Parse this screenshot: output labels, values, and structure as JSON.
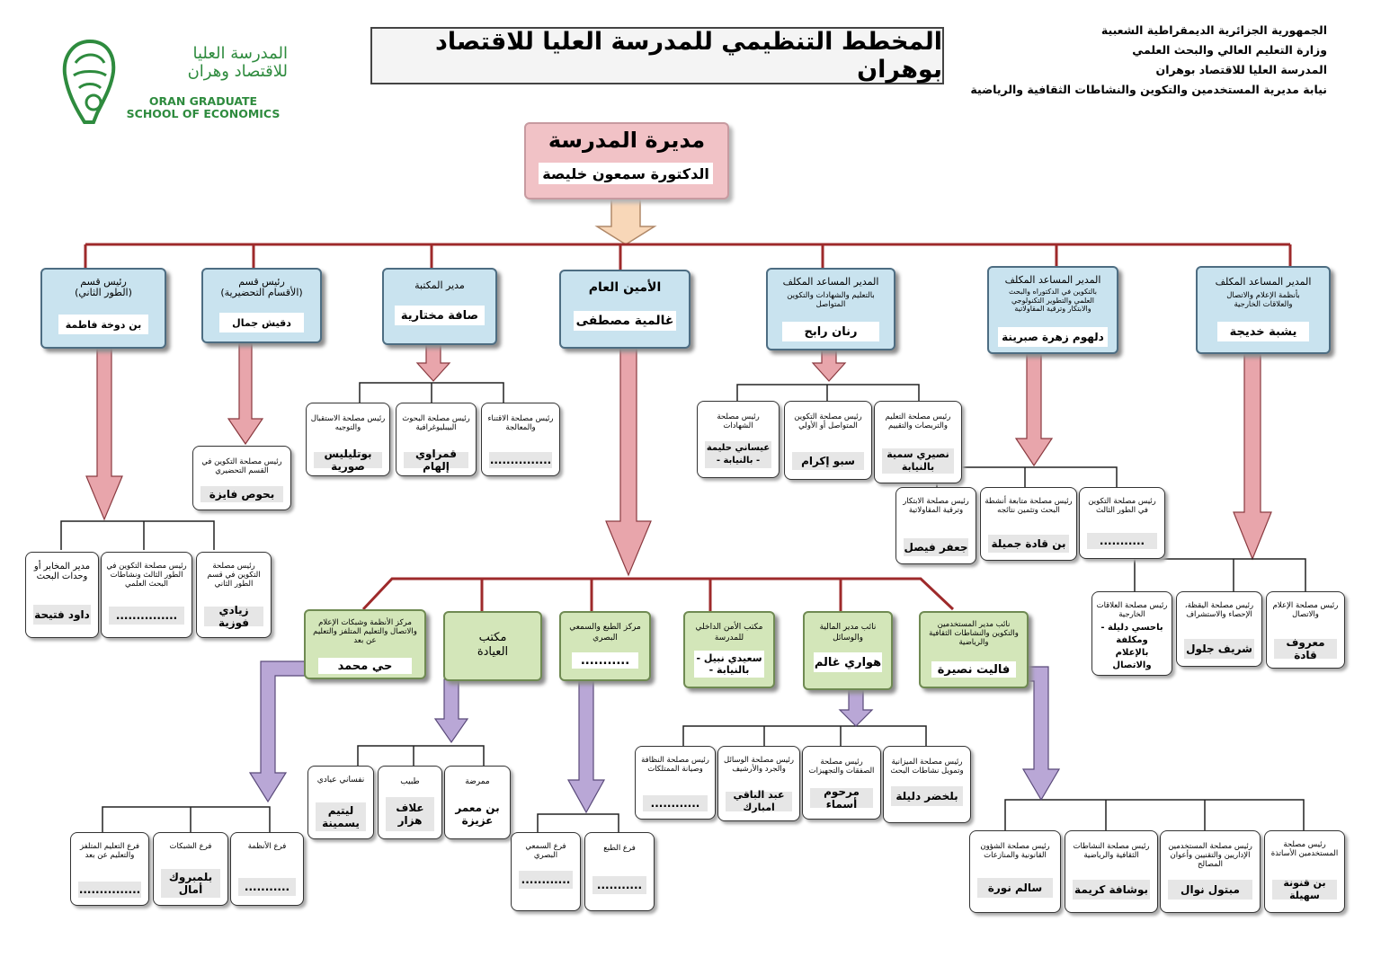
{
  "header": {
    "lines": [
      "الجمهورية الجزائرية الديمقراطية الشعبية",
      "وزارة التعليم العالي والبحث العلمي",
      "المدرسة العليا للاقتصاد بوهران",
      "نيابة مديرية المستخدمين والتكوين والنشاطات الثقافية والرياضية"
    ],
    "title": "المخطط التنظيمي للمدرسة العليا للاقتصاد بوهران"
  },
  "logo": {
    "ar1": "المدرسة العليا",
    "ar2": "للاقتصاد وهران",
    "en1": "ORAN GRADUATE",
    "en2": "SCHOOL OF ECONOMICS"
  },
  "director": {
    "title": "مديرة المدرسة",
    "name": "الدكتورة سمعون خليصة"
  },
  "top": {
    "a1": {
      "title": "رئيس قسم",
      "sub": "(الطور الثاني)",
      "name": "بن دوخة فاطمة"
    },
    "a2": {
      "title": "رئيس قسم",
      "sub": "(الأقسام التحضيرية)",
      "name": "دقيش جمال"
    },
    "a3": {
      "title": "مدير المكتبة",
      "name": "صافة مختارية"
    },
    "a4": {
      "title": "الأمين العام",
      "name": "غالمية مصطفى"
    },
    "a5": {
      "title": "المدير المساعد المكلف",
      "sub": "بالتعليم والشهادات والتكوين المتواصل",
      "name": "رنان رابح"
    },
    "a6": {
      "title": "المدير المساعد المكلف",
      "sub": "بالتكوين في الدكتوراه والبحث العلمي والتطوير التكنولوجي والابتكار وترقية المقاولاتية",
      "name": "دلهوم زهرة صبرينة"
    },
    "a7": {
      "title": "المدير المساعد المكلف",
      "sub": "بأنظمة الإعلام والاتصال والعلاقات الخارجية",
      "name": "يشبة خديجة"
    }
  },
  "a2c": {
    "label": "رئيس مصلحة التكوين في القسم التحضيري",
    "name": "بحوص فايزة"
  },
  "a1c": [
    {
      "label": "مدير المخابر أو وحدات البحث",
      "name": "داود فتيحة"
    },
    {
      "label": "رئيس مصلحة التكوين في الطور الثالث ونشاطات البحث العلمي",
      "name": "..............."
    },
    {
      "label": "رئيس مصلحة التكوين في قسم الطور الثاني",
      "name": "زيادي فوزية"
    }
  ],
  "a3c": [
    {
      "label": "رئيس مصلحة الاستقبال والتوجيه",
      "name": "بوتليليس صورية"
    },
    {
      "label": "رئيس مصلحة البحوث البيبليوغرافية",
      "name": "قمراوي إلهام"
    },
    {
      "label": "رئيس مصلحة الاقتناء والمعالجة",
      "name": "..............."
    }
  ],
  "a5c": [
    {
      "label": "رئيس مصلحة الشهادات",
      "name": "عيساني حليمة - بالنيابة -"
    },
    {
      "label": "رئيس مصلحة التكوين المتواصل أو الأولي",
      "name": "سبو إكرام"
    },
    {
      "label": "رئيس مصلحة التعليم والتربصات والتقييم",
      "name": "نصيري سمية بالنيابة"
    }
  ],
  "a6c": [
    {
      "label": "رئيس مصلحة الابتكار وترقية المقاولاتية",
      "name": "جعفر فيصل"
    },
    {
      "label": "رئيس مصلحة متابعة أنشطة البحث وتثمين نتائجه",
      "name": "بن قادة جميلة"
    },
    {
      "label": "رئيس مصلحة التكوين في الطور الثالث",
      "name": "..........."
    }
  ],
  "a7c": [
    {
      "label": "رئيس مصلحة العلاقات الخارجية",
      "name": "باحسي دليلة - ومكلفة بالإعلام والاتصال"
    },
    {
      "label": "رئيس مصلحة اليقظة، الإحصاء والاستشراف",
      "name": "شريف جلول"
    },
    {
      "label": "رئيس مصلحة الإعلام والاتصال",
      "name": "معروف قادة"
    }
  ],
  "sg": [
    {
      "label": "مركز الأنظمة وشبكات الإعلام والاتصال والتعليم المتلفز والتعليم عن بعد",
      "name": "حي محمد"
    },
    {
      "label": "مكتب العيادة",
      "name": ""
    },
    {
      "label": "مركز الطبع والسمعي البصري",
      "name": "..........."
    },
    {
      "label": "مكتب الأمن الداخلي للمدرسة",
      "name": "سعيدي نبيل - بالنيابة -"
    },
    {
      "label": "نائب مدير المالية والوسائل",
      "name": "هواري غالم"
    },
    {
      "label": "نائب مدير المستخدمين والتكوين والنشاطات الثقافية والرياضية",
      "name": "فاليت نصيرة"
    }
  ],
  "g1c": [
    {
      "label": "فرع التعليم المتلفز والتعليم عن بعد",
      "name": "..............."
    },
    {
      "label": "فرع الشبكات",
      "name": "بلمبروك أمال"
    },
    {
      "label": "فرع الأنظمة",
      "name": "..........."
    }
  ],
  "g2c": [
    {
      "label": "نفساني عيادي",
      "name": "ليتيم يسمينة"
    },
    {
      "label": "طبيب",
      "name": "علاف هزار"
    },
    {
      "label": "ممرضة",
      "name": "بن معمر عزيزة"
    }
  ],
  "g3c": [
    {
      "label": "فرع السمعي البصري",
      "name": "............"
    },
    {
      "label": "فرع الطبع",
      "name": "..........."
    }
  ],
  "g5c": [
    {
      "label": "رئيس مصلحة النظافة وصيانة الممتلكات",
      "name": "............"
    },
    {
      "label": "رئيس مصلحة الوسائل والجرد والأرشيف",
      "name": "عبد الباقي امبارك"
    },
    {
      "label": "رئيس مصلحة الصفقات والتجهيزات",
      "name": "مرحوم أسماء"
    },
    {
      "label": "رئيس مصلحة الميزانية وتمويل نشاطات البحث",
      "name": "بلخضر دليلة"
    }
  ],
  "g6c": [
    {
      "label": "رئيس مصلحة الشؤون القانونية والمنازعات",
      "name": "سالم نورة"
    },
    {
      "label": "رئيس مصلحة النشاطات الثقافية والرياضية",
      "name": "بوشافة كريمة"
    },
    {
      "label": "رئيس مصلحة المستخدمين الإداريين والتقنيين وأعوان المصالح",
      "name": "مبتول نوال"
    },
    {
      "label": "رئيس مصلحة المستخدمين الأساتذة",
      "name": "بن قنونة سهيلة"
    }
  ],
  "colors": {
    "connector": "#9e2a2b",
    "pink_arrow": "#e8a5ab",
    "purple_arrow": "#b9a7d6",
    "blue_box": "#c9e3ef",
    "green_box": "#d3e6b9",
    "director_box": "#f1c2c6",
    "logo_green": "#2e8b3e"
  }
}
